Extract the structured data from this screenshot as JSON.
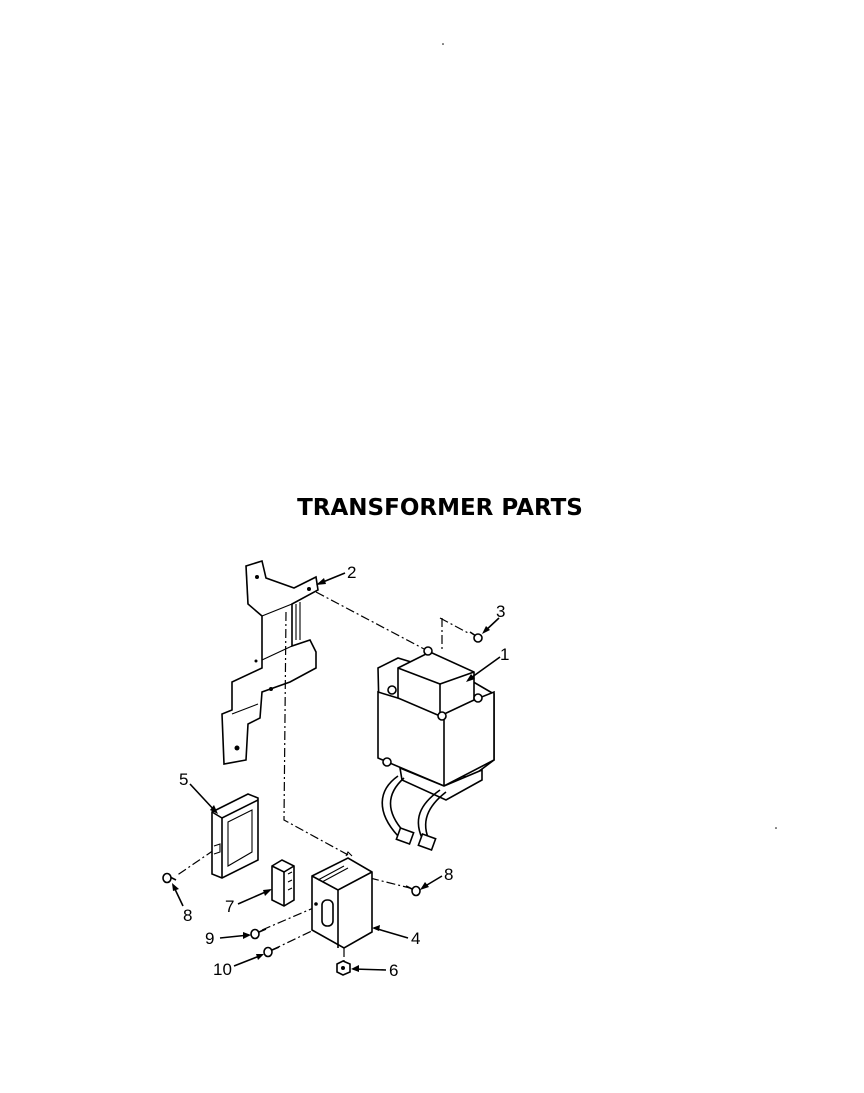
{
  "title": "TRANSFORMER PARTS",
  "callouts": {
    "c1": "1",
    "c2": "2",
    "c3": "3",
    "c4": "4",
    "c5": "5",
    "c6": "6",
    "c7": "7",
    "c8a": "8",
    "c8b": "8",
    "c9": "9",
    "c10": "10"
  }
}
